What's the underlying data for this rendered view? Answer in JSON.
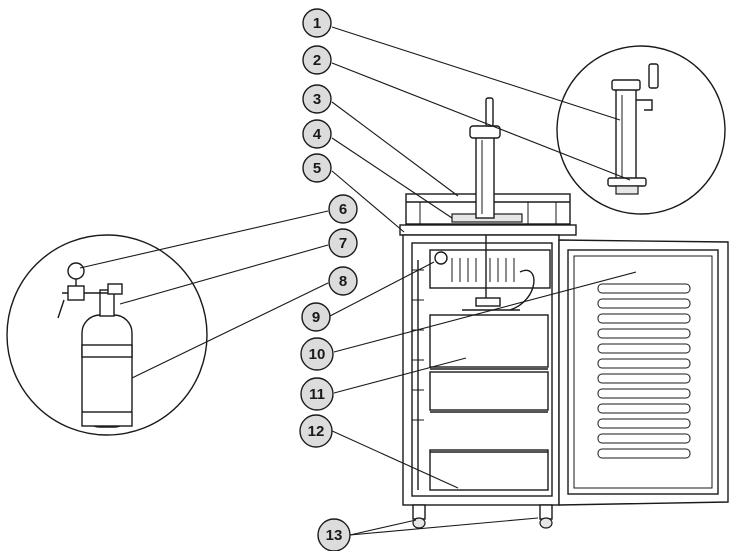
{
  "labels": [
    "1",
    "2",
    "3",
    "4",
    "5",
    "6",
    "7",
    "8",
    "9",
    "10",
    "11",
    "12",
    "13"
  ],
  "icons": {
    "callout_tap": "beer-tap-tower-detail-icon",
    "callout_gas": "co2-cylinder-regulator-detail-icon",
    "appliance": "kegerator-open-door-icon"
  }
}
